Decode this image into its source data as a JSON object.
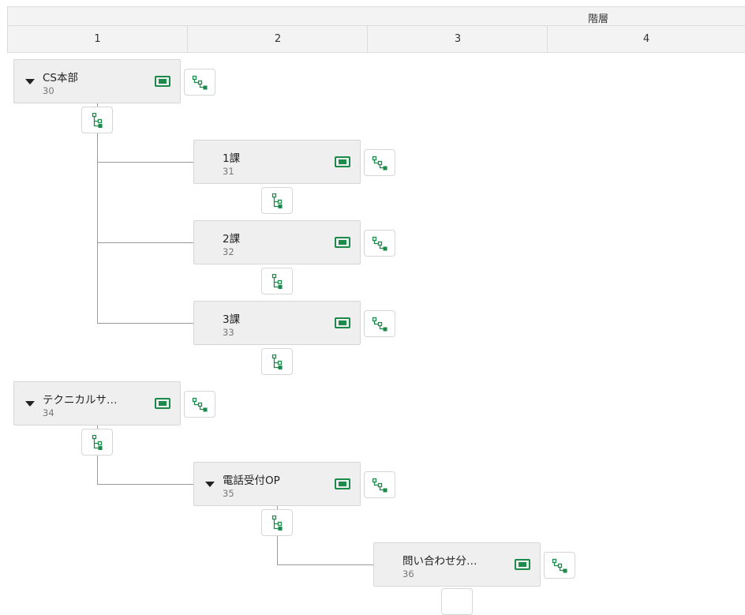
{
  "header": {
    "title": "階層",
    "columns": [
      "1",
      "2",
      "3",
      "4"
    ]
  },
  "nodes": [
    {
      "name": "CS本部",
      "id": "30",
      "expanded": true
    },
    {
      "name": "1課",
      "id": "31",
      "expanded": false
    },
    {
      "name": "2課",
      "id": "32",
      "expanded": false
    },
    {
      "name": "3課",
      "id": "33",
      "expanded": false
    },
    {
      "name": "テクニカルサ…",
      "id": "34",
      "expanded": true
    },
    {
      "name": "電話受付OP",
      "id": "35",
      "expanded": true
    },
    {
      "name": "問い合わせ分…",
      "id": "36",
      "expanded": false
    }
  ],
  "colors": {
    "accent": "#1b8a4a",
    "node_bg": "#efefef",
    "header_bg": "#f3f3f3",
    "connector": "#9a9a9a"
  },
  "icons": {
    "node_card": "card-icon",
    "add_sibling": "sibling-tree-icon",
    "add_child": "child-tree-icon"
  }
}
